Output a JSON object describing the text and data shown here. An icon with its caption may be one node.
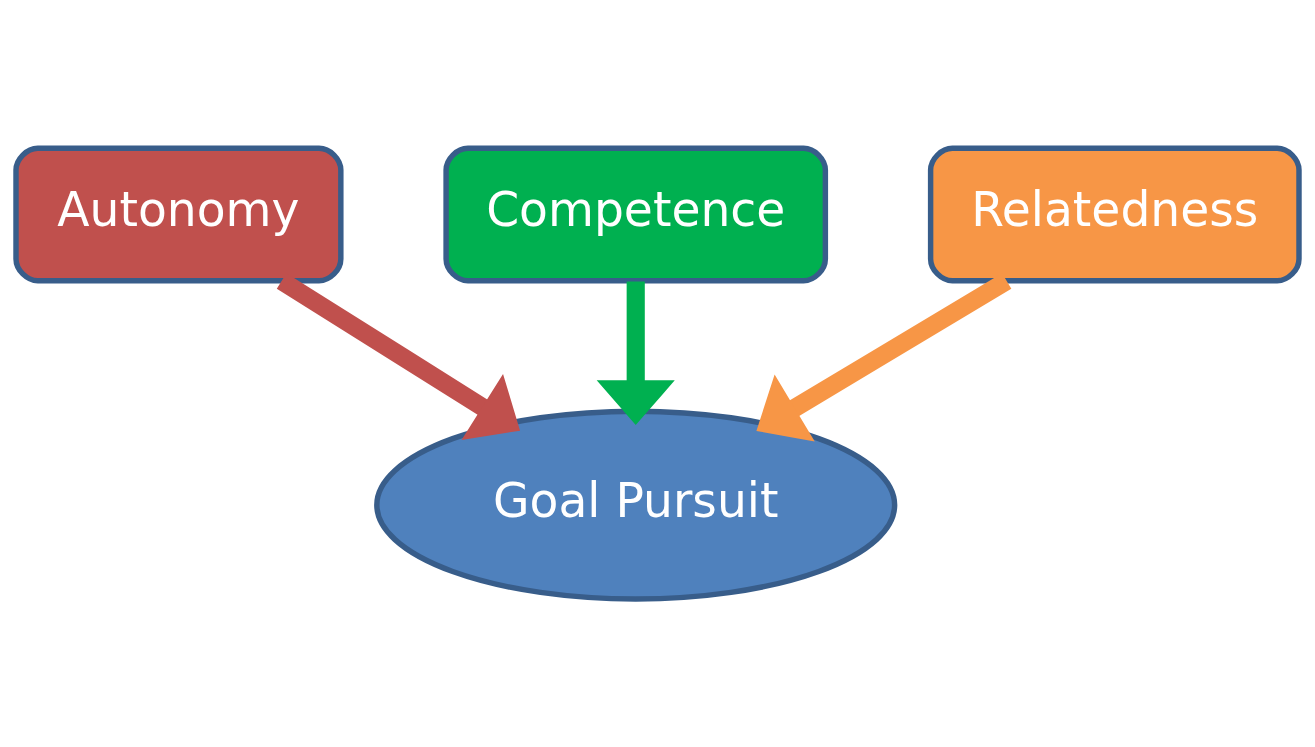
{
  "diagram": {
    "nodes": [
      {
        "text": [
          "Competence"
        ]
      },
      {
        "text": [
          "Relatedness"
        ]
      },
      {
        "text": [
          "Autonomy"
        ]
      },
      {
        "text": [
          "Goal Pursuit"
        ]
      }
    ],
    "edges": [
      {
        "from": 0,
        "to": 3,
        "arrow": "to",
        "color": "#00b050"
      },
      {
        "from": 1,
        "to": 3,
        "arrow": "to",
        "color": "#f79646"
      },
      {
        "from": 2,
        "to": 3,
        "arrow": "to",
        "color": "#c0504d"
      }
    ]
  }
}
